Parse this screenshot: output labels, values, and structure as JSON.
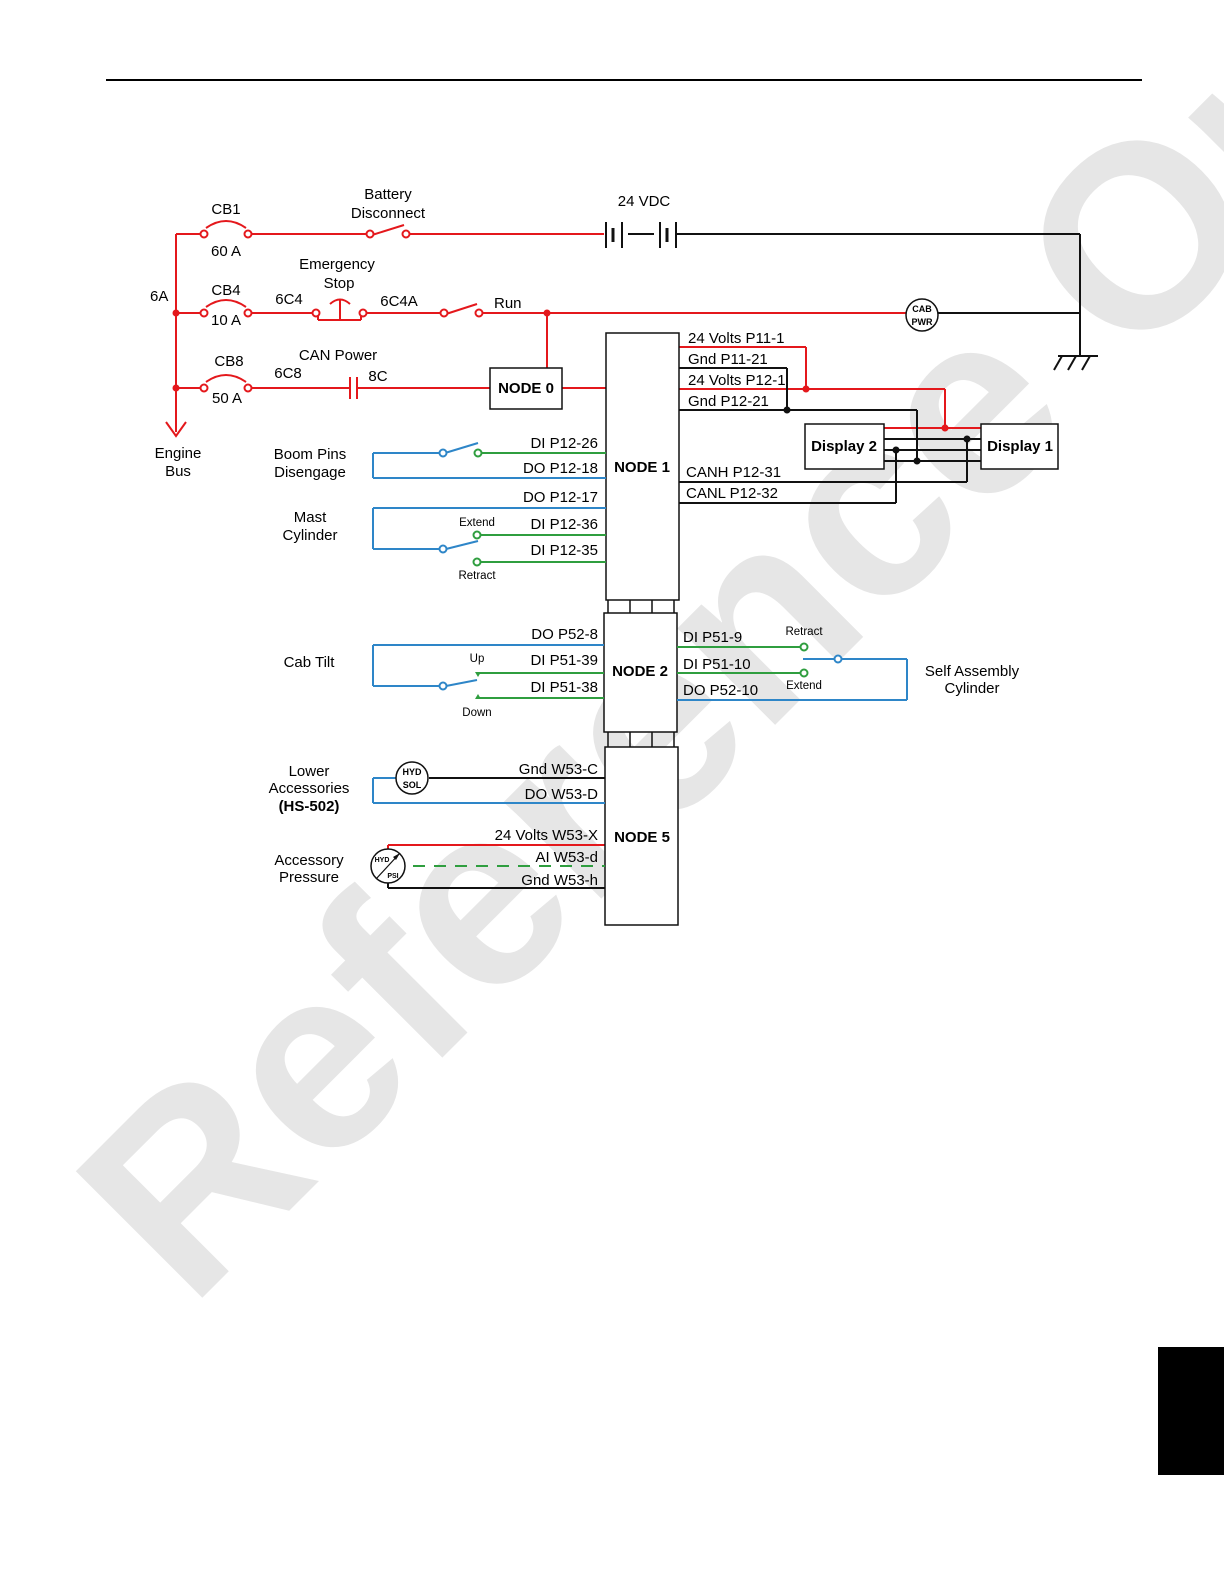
{
  "watermark": "Reference Only",
  "colors": {
    "power": "#e4181c",
    "output": "#2e86c8",
    "input": "#2f9e3f",
    "ground": "#111111",
    "watermark": "#e6e6e6"
  },
  "power_circuit": {
    "cb1": {
      "name": "CB1",
      "rating": "60 A"
    },
    "battery_disconnect": {
      "line1": "Battery",
      "line2": "Disconnect"
    },
    "supply": "24 VDC",
    "cb4": {
      "name": "CB4",
      "rating": "10 A"
    },
    "cb8": {
      "name": "CB8",
      "rating": "50 A"
    },
    "wire_6a": "6A",
    "wire_6c4": "6C4",
    "wire_6c4a": "6C4A",
    "wire_6c8": "6C8",
    "wire_8c": "8C",
    "estop": {
      "line1": "Emergency",
      "line2": "Stop"
    },
    "run": "Run",
    "can_power": "CAN Power",
    "engine_bus": {
      "line1": "Engine",
      "line2": "Bus"
    },
    "cab_pwr": {
      "line1": "CAB",
      "line2": "PWR"
    }
  },
  "nodes": {
    "node0": "NODE 0",
    "node1": "NODE 1",
    "node2": "NODE 2",
    "node5": "NODE 5"
  },
  "displays": {
    "display1": "Display 1",
    "display2": "Display 2"
  },
  "node1_pins_right": [
    "24 Volts P11-1",
    "Gnd P11-21",
    "24 Volts P12-1",
    "Gnd P12-21",
    "CANH P12-31",
    "CANL P12-32"
  ],
  "boom_pins": {
    "label_line1": "Boom Pins",
    "label_line2": "Disengage",
    "di": "DI P12-26",
    "do": "DO P12-18"
  },
  "mast_cylinder": {
    "label_line1": "Mast",
    "label_line2": "Cylinder",
    "do": "DO P12-17",
    "extend_pin": "DI P12-36",
    "retract_pin": "DI P12-35",
    "extend": "Extend",
    "retract": "Retract"
  },
  "cab_tilt": {
    "label": "Cab Tilt",
    "do": "DO P52-8",
    "up_pin": "DI P51-39",
    "down_pin": "DI P51-38",
    "up": "Up",
    "down": "Down"
  },
  "self_assembly": {
    "label_line1": "Self Assembly",
    "label_line2": "Cylinder",
    "retract_pin": "DI P51-9",
    "extend_pin": "DI P51-10",
    "do": "DO P52-10",
    "retract": "Retract",
    "extend": "Extend"
  },
  "lower_accessories": {
    "label_line1": "Lower",
    "label_line2": "Accessories",
    "label_line3": "(HS-502)",
    "gnd": "Gnd W53-C",
    "do": "DO W53-D",
    "sol_line1": "HYD",
    "sol_line2": "SOL"
  },
  "accessory_pressure": {
    "label_line1": "Accessory",
    "label_line2": "Pressure",
    "v24": "24 Volts W53-X",
    "ai": "AI W53-d",
    "gnd": "Gnd W53-h",
    "sensor_line1": "HYD",
    "sensor_line2": "PSI"
  }
}
